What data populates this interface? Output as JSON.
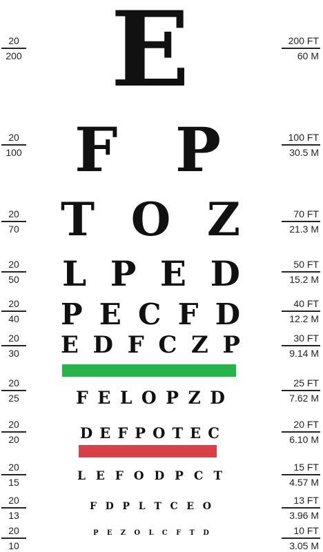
{
  "rows": [
    {
      "letters": [
        "E"
      ],
      "left": {
        "num": "20",
        "den": "200"
      },
      "right": {
        "num": "200 FT",
        "den": "60 M"
      }
    },
    {
      "letters": [
        "F",
        "P"
      ],
      "left": {
        "num": "20",
        "den": "100"
      },
      "right": {
        "num": "100 FT",
        "den": "30.5 M"
      }
    },
    {
      "letters": [
        "T",
        "O",
        "Z"
      ],
      "left": {
        "num": "20",
        "den": "70"
      },
      "right": {
        "num": "70 FT",
        "den": "21.3 M"
      }
    },
    {
      "letters": [
        "L",
        "P",
        "E",
        "D"
      ],
      "left": {
        "num": "20",
        "den": "50"
      },
      "right": {
        "num": "50 FT",
        "den": "15.2 M"
      }
    },
    {
      "letters": [
        "P",
        "E",
        "C",
        "F",
        "D"
      ],
      "left": {
        "num": "20",
        "den": "40"
      },
      "right": {
        "num": "40 FT",
        "den": "12.2 M"
      }
    },
    {
      "letters": [
        "E",
        "D",
        "F",
        "C",
        "Z",
        "P"
      ],
      "left": {
        "num": "20",
        "den": "30"
      },
      "right": {
        "num": "30 FT",
        "den": "9.14 M"
      }
    },
    {
      "letters": [
        "F",
        "E",
        "L",
        "O",
        "P",
        "Z",
        "D"
      ],
      "left": {
        "num": "20",
        "den": "25"
      },
      "right": {
        "num": "25 FT",
        "den": "7.62 M"
      }
    },
    {
      "letters": [
        "D",
        "E",
        "F",
        "P",
        "O",
        "T",
        "E",
        "C"
      ],
      "left": {
        "num": "20",
        "den": "20"
      },
      "right": {
        "num": "20 FT",
        "den": "6.10 M"
      }
    },
    {
      "letters": [
        "L",
        "E",
        "F",
        "O",
        "D",
        "P",
        "C",
        "T"
      ],
      "left": {
        "num": "20",
        "den": "15"
      },
      "right": {
        "num": "15 FT",
        "den": "4.57 M"
      }
    },
    {
      "letters": [
        "F",
        "D",
        "P",
        "L",
        "T",
        "C",
        "E",
        "O"
      ],
      "left": {
        "num": "20",
        "den": "13"
      },
      "right": {
        "num": "13 FT",
        "den": "3.96 M"
      }
    },
    {
      "letters": [
        "P",
        "E",
        "Z",
        "O",
        "L",
        "C",
        "F",
        "T",
        "D"
      ],
      "left": {
        "num": "20",
        "den": "10"
      },
      "right": {
        "num": "10 FT",
        "den": "3.05 M"
      }
    }
  ],
  "colors": {
    "green_band": "#26b34a",
    "red_band": "#d8404a",
    "letters": "#111111"
  }
}
